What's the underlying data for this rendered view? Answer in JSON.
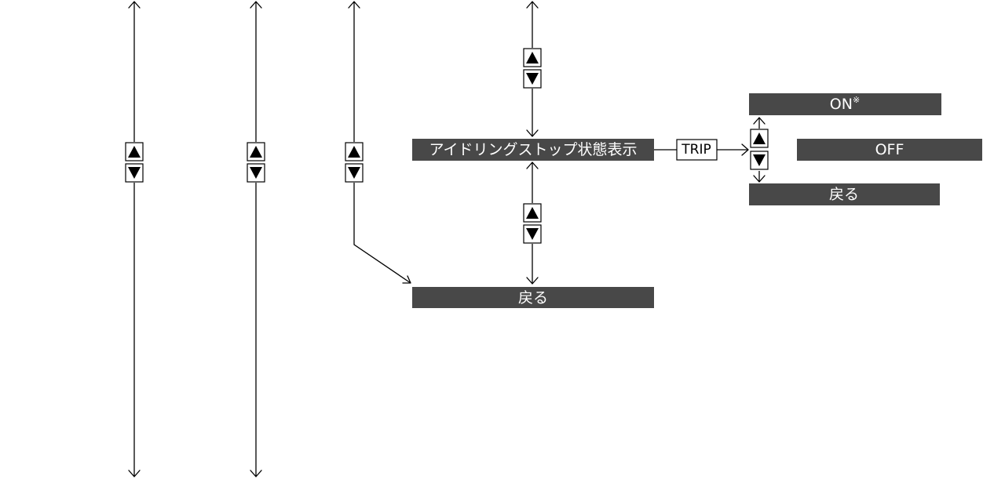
{
  "boxes": {
    "idling_stop_display": "アイドリングストップ状態表示",
    "back_main": "戻る",
    "on": "ON",
    "on_note_mark": "※",
    "off": "OFF",
    "back_sub": "戻る"
  },
  "trip_button": "TRIP",
  "icons": {
    "up": "up-triangle-icon",
    "down": "down-triangle-icon"
  },
  "colors": {
    "box_fill": "#484848",
    "box_text": "#ffffff",
    "line": "#000000"
  }
}
